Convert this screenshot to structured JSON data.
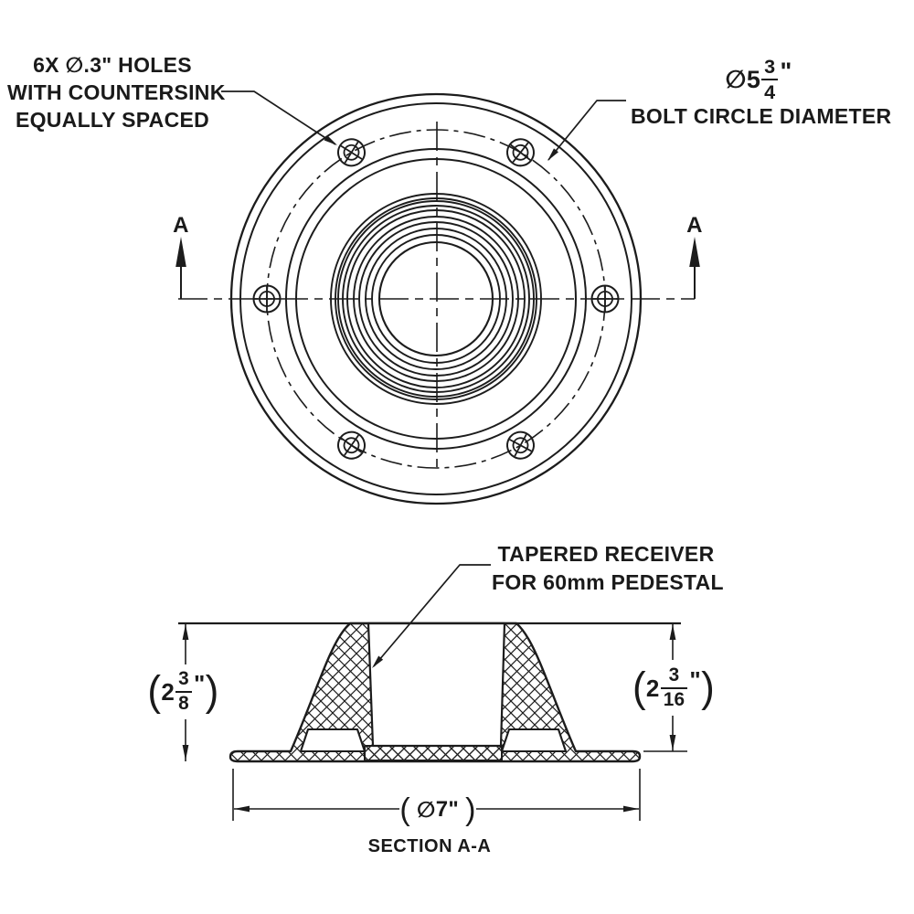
{
  "top_view": {
    "countersink_note": [
      "6X ∅.3\" HOLES",
      "WITH COUNTERSINK",
      "EQUALLY SPACED"
    ],
    "bolt_circle": {
      "diameter_symbol": "∅",
      "whole": "5",
      "numerator": "3",
      "denominator": "4",
      "unit": "\"",
      "label": "BOLT CIRCLE DIAMETER"
    },
    "section_marker_left": "A",
    "section_marker_right": "A"
  },
  "section_view": {
    "receiver_note": [
      "TAPERED RECEIVER",
      "FOR 60mm PEDESTAL"
    ],
    "height_left": {
      "open": "(",
      "whole": "2",
      "numerator": "3",
      "denominator": "8",
      "unit": "\"",
      "close": ")"
    },
    "height_right": {
      "open": "(",
      "whole": "2",
      "numerator": "3",
      "denominator": "16",
      "unit": "\"",
      "close": ")"
    },
    "base_diameter": {
      "open": "(",
      "symbol": "∅",
      "value": "7",
      "unit": "\"",
      "close": ")"
    },
    "caption": "SECTION A-A"
  },
  "style": {
    "line_color": "#1c1c1c",
    "background": "#ffffff"
  }
}
